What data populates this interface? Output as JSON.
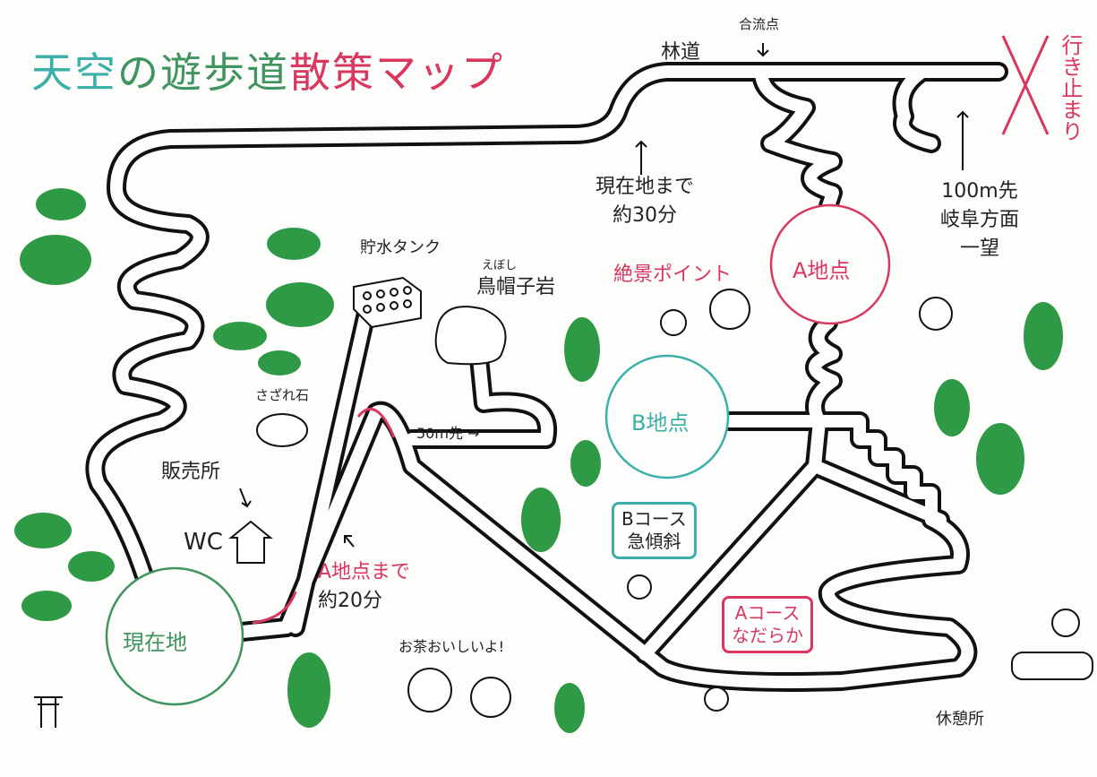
{
  "title": {
    "part1": "天空",
    "part2": "の遊歩道",
    "part3": "散策",
    "part4": "マップ"
  },
  "colors": {
    "teal": "#3bb0a8",
    "green": "#3f9460",
    "pink": "#d9375e",
    "road": "#111111",
    "tree": "#2f9a45"
  },
  "labels": {
    "forest_road": "林道",
    "junction": "合流点",
    "dead_end": "行き止まり",
    "to_current_30": [
      "現在地まで",
      "約30分"
    ],
    "viewpoint_gifu": [
      "100m先",
      "岐阜方面",
      "一望"
    ],
    "point_a": "A地点",
    "point_b": "B地点",
    "scenic_point": "絶景ポイント",
    "eboshi_ruby": "えぼし",
    "eboshi_rock": "鳥帽子岩",
    "water_tank": "貯水タンク",
    "sazare_stone": "さざれ石",
    "ahead_50m": "50m先 →",
    "shop": "販売所",
    "wc": "WC",
    "course_b": [
      "Bコース",
      "急傾斜"
    ],
    "to_a_20": [
      "A地点まで",
      "約20分"
    ],
    "current_location": "現在地",
    "course_a": [
      "Aコース",
      "なだらか"
    ],
    "tea": "お茶おいしいよ!",
    "rest_area": "休憩所"
  }
}
